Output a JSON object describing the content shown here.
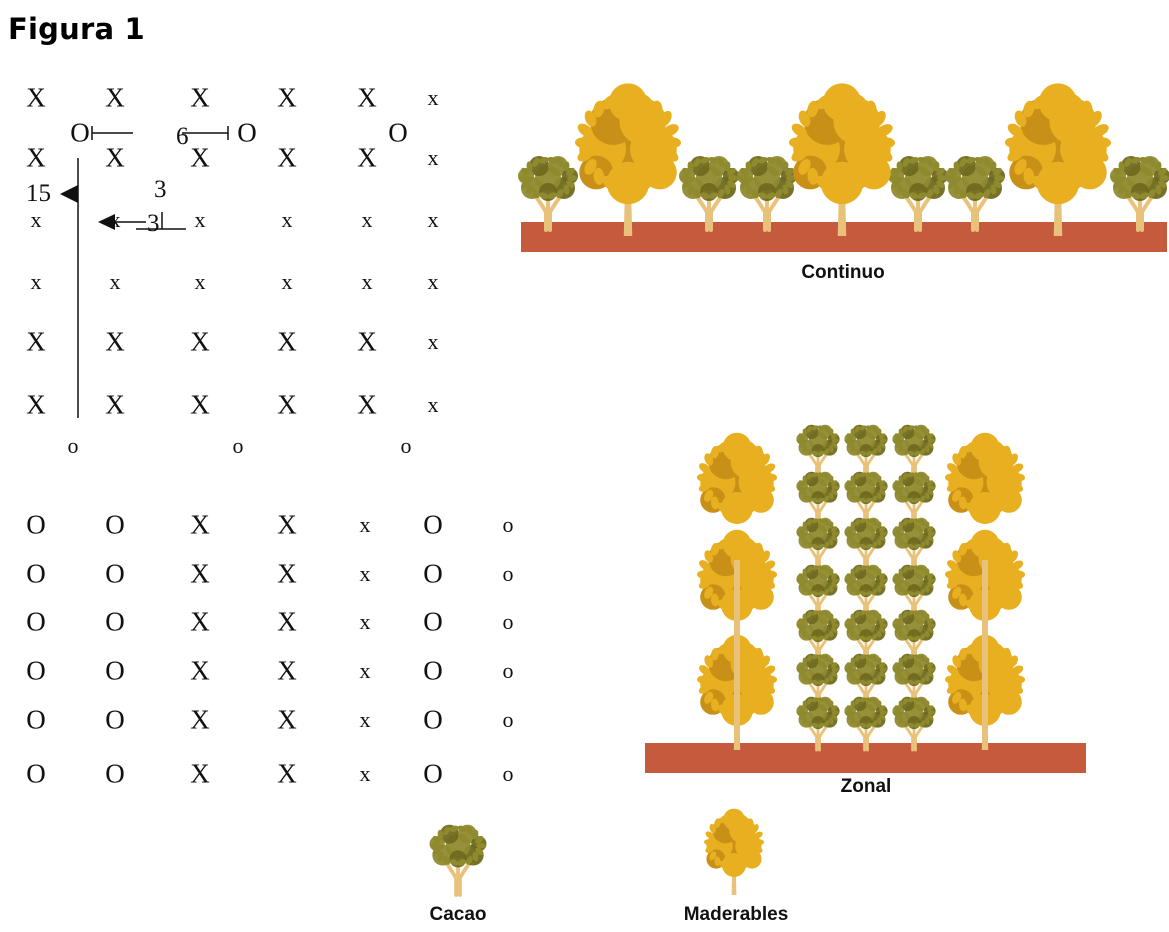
{
  "figure": {
    "title": "Figura 1"
  },
  "grid_upper": {
    "rows": [
      [
        "X",
        "X",
        "X",
        "X",
        "X",
        "x"
      ],
      [
        "O",
        "O",
        "O"
      ],
      [
        "X",
        "X",
        "X",
        "X",
        "X",
        "x"
      ],
      [
        "x",
        "x",
        "x",
        "x",
        "x",
        "x"
      ],
      [
        "x",
        "x",
        "x",
        "x",
        "x",
        "x"
      ],
      [
        "X",
        "X",
        "X",
        "X",
        "X",
        "x"
      ],
      [
        "X",
        "X",
        "X",
        "X",
        "X",
        "x"
      ],
      [
        "o",
        "o",
        "o"
      ]
    ],
    "labels": {
      "spacing_6": "6",
      "spacing_15": "15",
      "spacing_3_top": "3",
      "spacing_3_side": "3"
    }
  },
  "grid_lower": {
    "rows": [
      [
        "O",
        "O",
        "X",
        "X",
        "x",
        "O",
        "o"
      ],
      [
        "O",
        "O",
        "X",
        "X",
        "x",
        "O",
        "o"
      ],
      [
        "O",
        "O",
        "X",
        "X",
        "x",
        "O",
        "o"
      ],
      [
        "O",
        "O",
        "X",
        "X",
        "x",
        "O",
        "o"
      ],
      [
        "O",
        "O",
        "X",
        "X",
        "x",
        "O",
        "o"
      ],
      [
        "O",
        "O",
        "X",
        "X",
        "x",
        "O",
        "o"
      ]
    ]
  },
  "diagrams": {
    "continuous_label": "Continuo",
    "zonal_label": "Zonal"
  },
  "legend": {
    "cacao_label": "Cacao",
    "timber_label": "Maderables"
  },
  "colors": {
    "ground": "#c65a3c",
    "trunk": "#e8c27a",
    "timber_foliage": "#e8b020",
    "timber_foliage_dark": "#c99018",
    "cacao_foliage": "#8f8a2e",
    "cacao_foliage_dark": "#6f6a1e"
  }
}
